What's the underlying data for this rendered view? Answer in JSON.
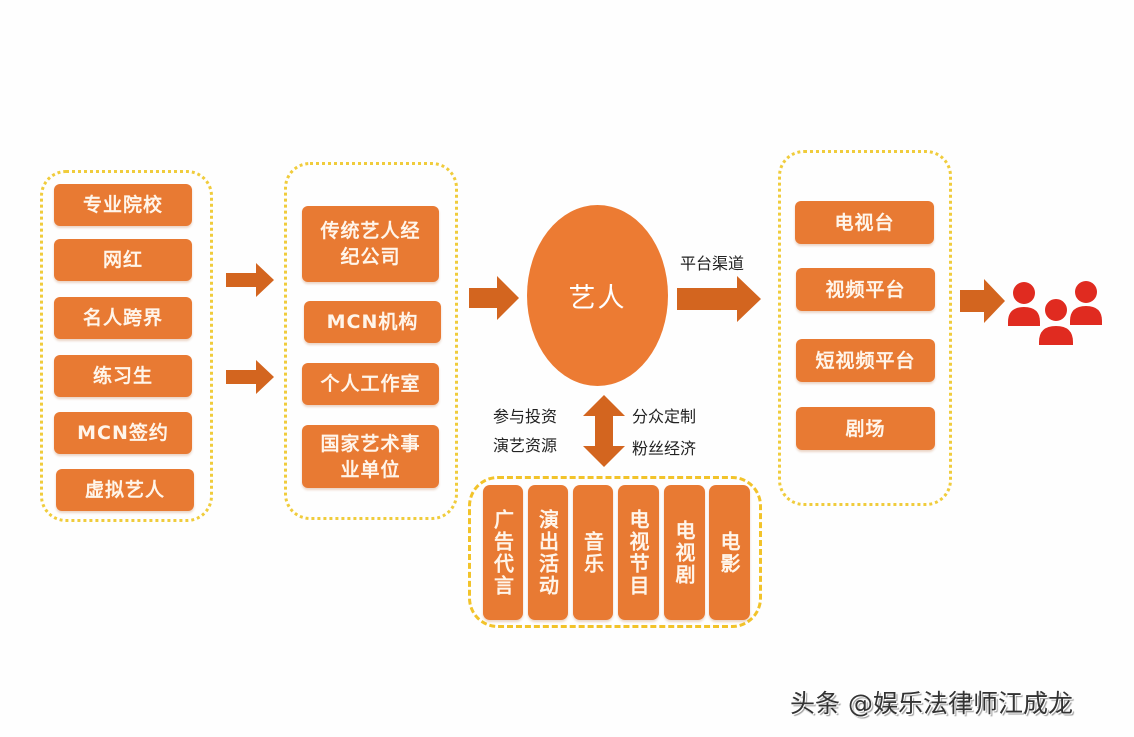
{
  "sources": {
    "items": [
      "专业院校",
      "网红",
      "名人跨界",
      "练习生",
      "MCN签约",
      "虚拟艺人"
    ]
  },
  "agencies": {
    "items": [
      "传统艺人经纪公司",
      "MCN机构",
      "个人工作室",
      "国家艺术事业单位"
    ]
  },
  "center": {
    "label": "艺人",
    "channel_label": "平台渠道",
    "left_labels": [
      "参与投资",
      "演艺资源"
    ],
    "right_labels": [
      "分众定制",
      "粉丝经济"
    ]
  },
  "businesses": {
    "items": [
      "广告代言",
      "演出活动",
      "音乐",
      "电视节目",
      "电视剧",
      "电影"
    ]
  },
  "platforms": {
    "items": [
      "电视台",
      "视频平台",
      "短视频平台",
      "剧场"
    ]
  },
  "audience": {
    "icon": "audience-icon"
  },
  "footer": {
    "watermark": "头条 @娱乐法律师江成龙"
  },
  "colors": {
    "box": "#e87a33",
    "arrow": "#d3651f",
    "group_border": "#f0cc3c",
    "audience": "#e02b20"
  }
}
